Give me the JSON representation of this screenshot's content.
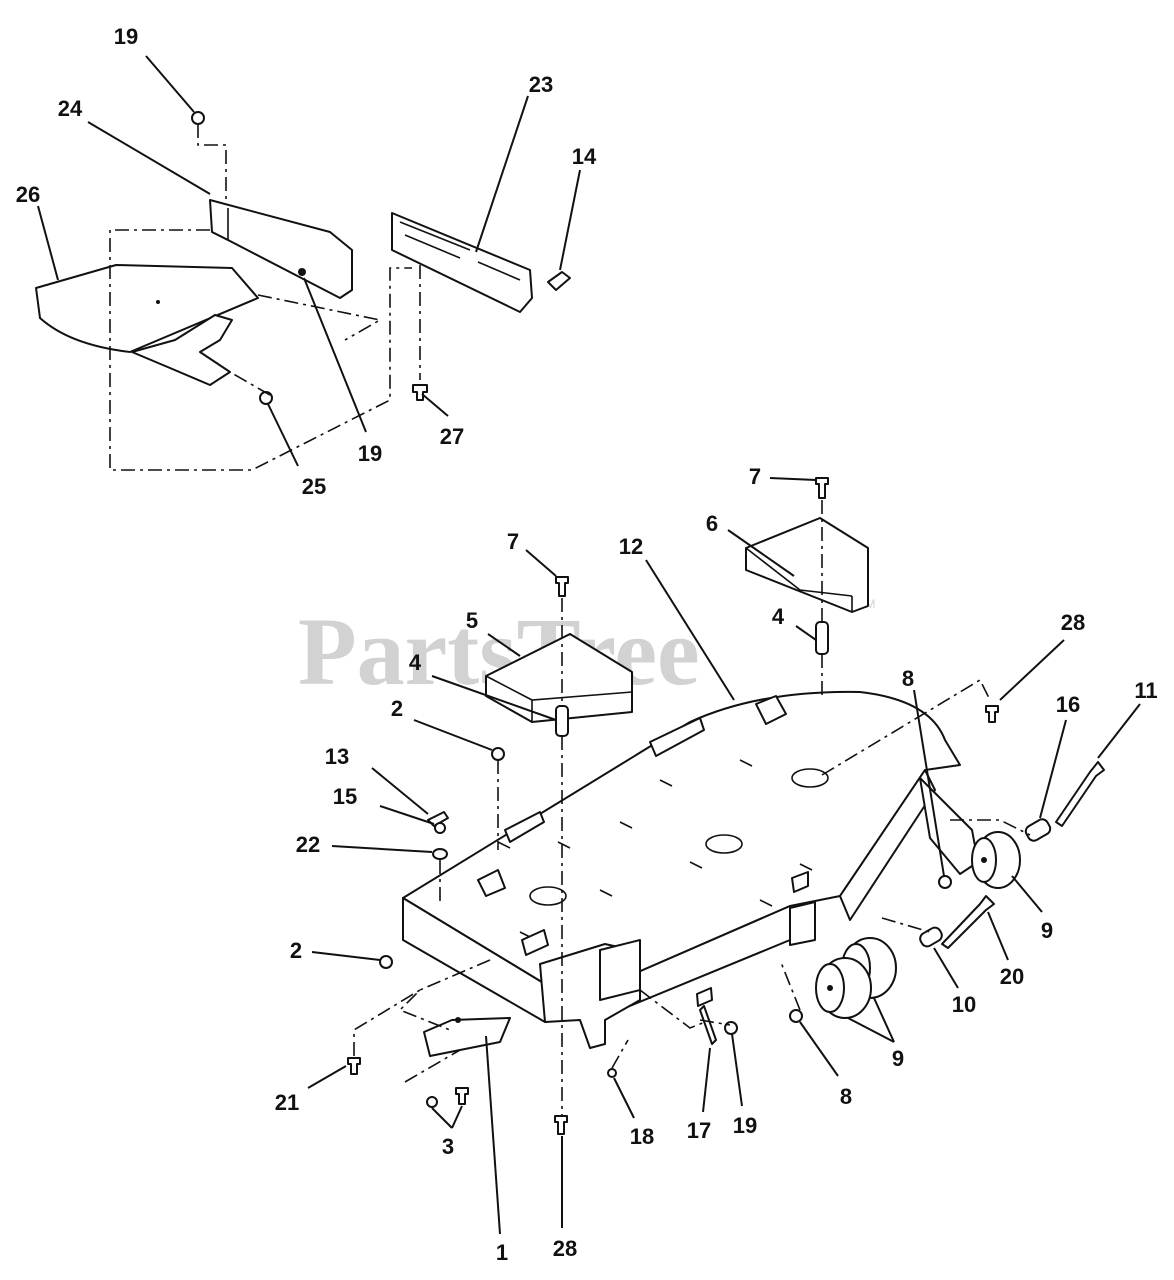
{
  "watermark": {
    "text": "PartsTree",
    "trademark": "TM"
  },
  "callouts": [
    {
      "id": "c19a",
      "text": "19"
    },
    {
      "id": "c24",
      "text": "24"
    },
    {
      "id": "c26",
      "text": "26"
    },
    {
      "id": "c23",
      "text": "23"
    },
    {
      "id": "c14",
      "text": "14"
    },
    {
      "id": "c19b",
      "text": "19"
    },
    {
      "id": "c25",
      "text": "25"
    },
    {
      "id": "c27",
      "text": "27"
    },
    {
      "id": "c7a",
      "text": "7"
    },
    {
      "id": "c6",
      "text": "6"
    },
    {
      "id": "c7b",
      "text": "7"
    },
    {
      "id": "c12",
      "text": "12"
    },
    {
      "id": "c5",
      "text": "5"
    },
    {
      "id": "c4a",
      "text": "4"
    },
    {
      "id": "c4b",
      "text": "4"
    },
    {
      "id": "c28a",
      "text": "28"
    },
    {
      "id": "c2a",
      "text": "2"
    },
    {
      "id": "c8a",
      "text": "8"
    },
    {
      "id": "c16",
      "text": "16"
    },
    {
      "id": "c11",
      "text": "11"
    },
    {
      "id": "c13",
      "text": "13"
    },
    {
      "id": "c15",
      "text": "15"
    },
    {
      "id": "c22",
      "text": "22"
    },
    {
      "id": "c9a",
      "text": "9"
    },
    {
      "id": "c2b",
      "text": "2"
    },
    {
      "id": "c20",
      "text": "20"
    },
    {
      "id": "c10",
      "text": "10"
    },
    {
      "id": "c9b",
      "text": "9"
    },
    {
      "id": "c8b",
      "text": "8"
    },
    {
      "id": "c21",
      "text": "21"
    },
    {
      "id": "c3",
      "text": "3"
    },
    {
      "id": "c18",
      "text": "18"
    },
    {
      "id": "c17",
      "text": "17"
    },
    {
      "id": "c19c",
      "text": "19"
    },
    {
      "id": "c1",
      "text": "1"
    },
    {
      "id": "c28b",
      "text": "28"
    }
  ]
}
